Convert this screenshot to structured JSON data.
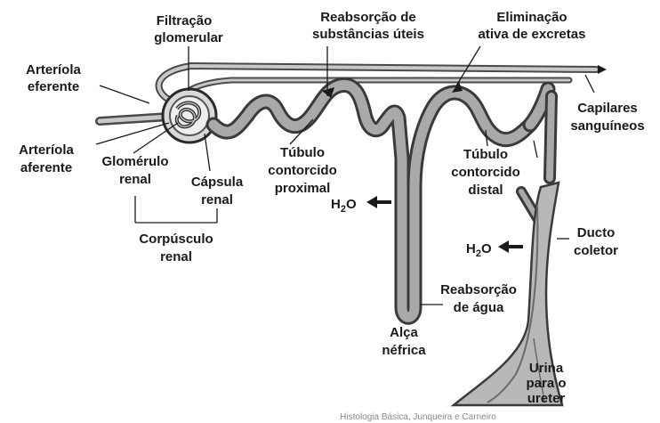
{
  "labels": {
    "filtracao_line1": "Filtração",
    "filtracao_line2": "glomerular",
    "reabsorcao_subst_line1": "Reabsorção de",
    "reabsorcao_subst_line2": "substâncias úteis",
    "eliminacao_line1": "Eliminação",
    "eliminacao_line2": "ativa de excretas",
    "arteriola_eferente_line1": "Arteríola",
    "arteriola_eferente_line2": "eferente",
    "capilares_line1": "Capilares",
    "capilares_line2": "sanguíneos",
    "arteriola_aferente_line1": "Arteríola",
    "arteriola_aferente_line2": "aferente",
    "glomerulo_line1": "Glomérulo",
    "glomerulo_line2": "renal",
    "capsula_line1": "Cápsula",
    "capsula_line2": "renal",
    "tubulo_proximal_line1": "Túbulo",
    "tubulo_proximal_line2": "contorcido",
    "tubulo_proximal_line3": "proximal",
    "tubulo_distal_line1": "Túbulo",
    "tubulo_distal_line2": "contorcido",
    "tubulo_distal_line3": "distal",
    "corpusculo_line1": "Corpúsculo",
    "corpusculo_line2": "renal",
    "h2o_1_main": "H",
    "h2o_1_sub": "2",
    "h2o_1_tail": "O",
    "h2o_2_main": "H",
    "h2o_2_sub": "2",
    "h2o_2_tail": "O",
    "ducto_line1": "Ducto",
    "ducto_line2": "coletor",
    "reabs_agua_line1": "Reabsorção",
    "reabs_agua_line2": "de água",
    "alca_line1": "Alça",
    "alca_line2": "néfrica",
    "urina_line1": "Urina",
    "urina_line2": "para o",
    "urina_line3": "ureter"
  },
  "credit": "Histologia Básica, Junqueira e Carneiro"
}
